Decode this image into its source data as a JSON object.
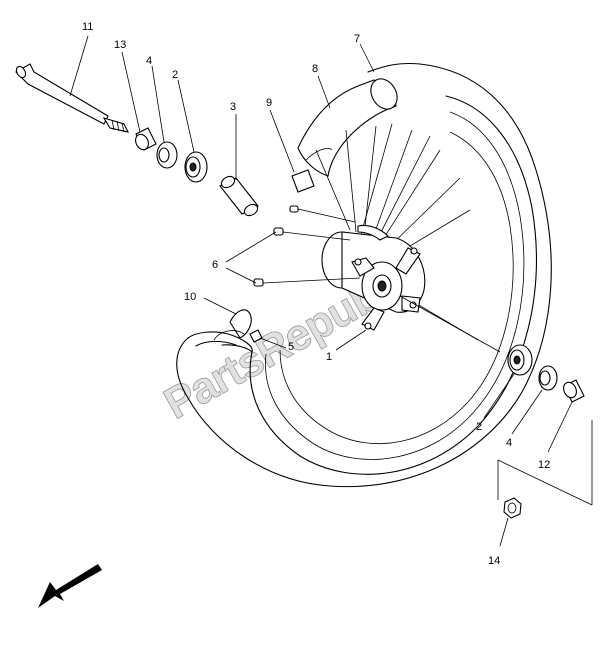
{
  "watermark": "PartsRepublik",
  "callouts": {
    "c1": "1",
    "c2a": "2",
    "c2b": "2",
    "c3": "3",
    "c4a": "4",
    "c4b": "4",
    "c5": "5",
    "c6": "6",
    "c7": "7",
    "c8": "8",
    "c9": "9",
    "c10": "10",
    "c11": "11",
    "c12": "12",
    "c13": "13",
    "c14": "14"
  },
  "icons": {
    "direction_arrow": "front-direction-arrow-icon"
  }
}
